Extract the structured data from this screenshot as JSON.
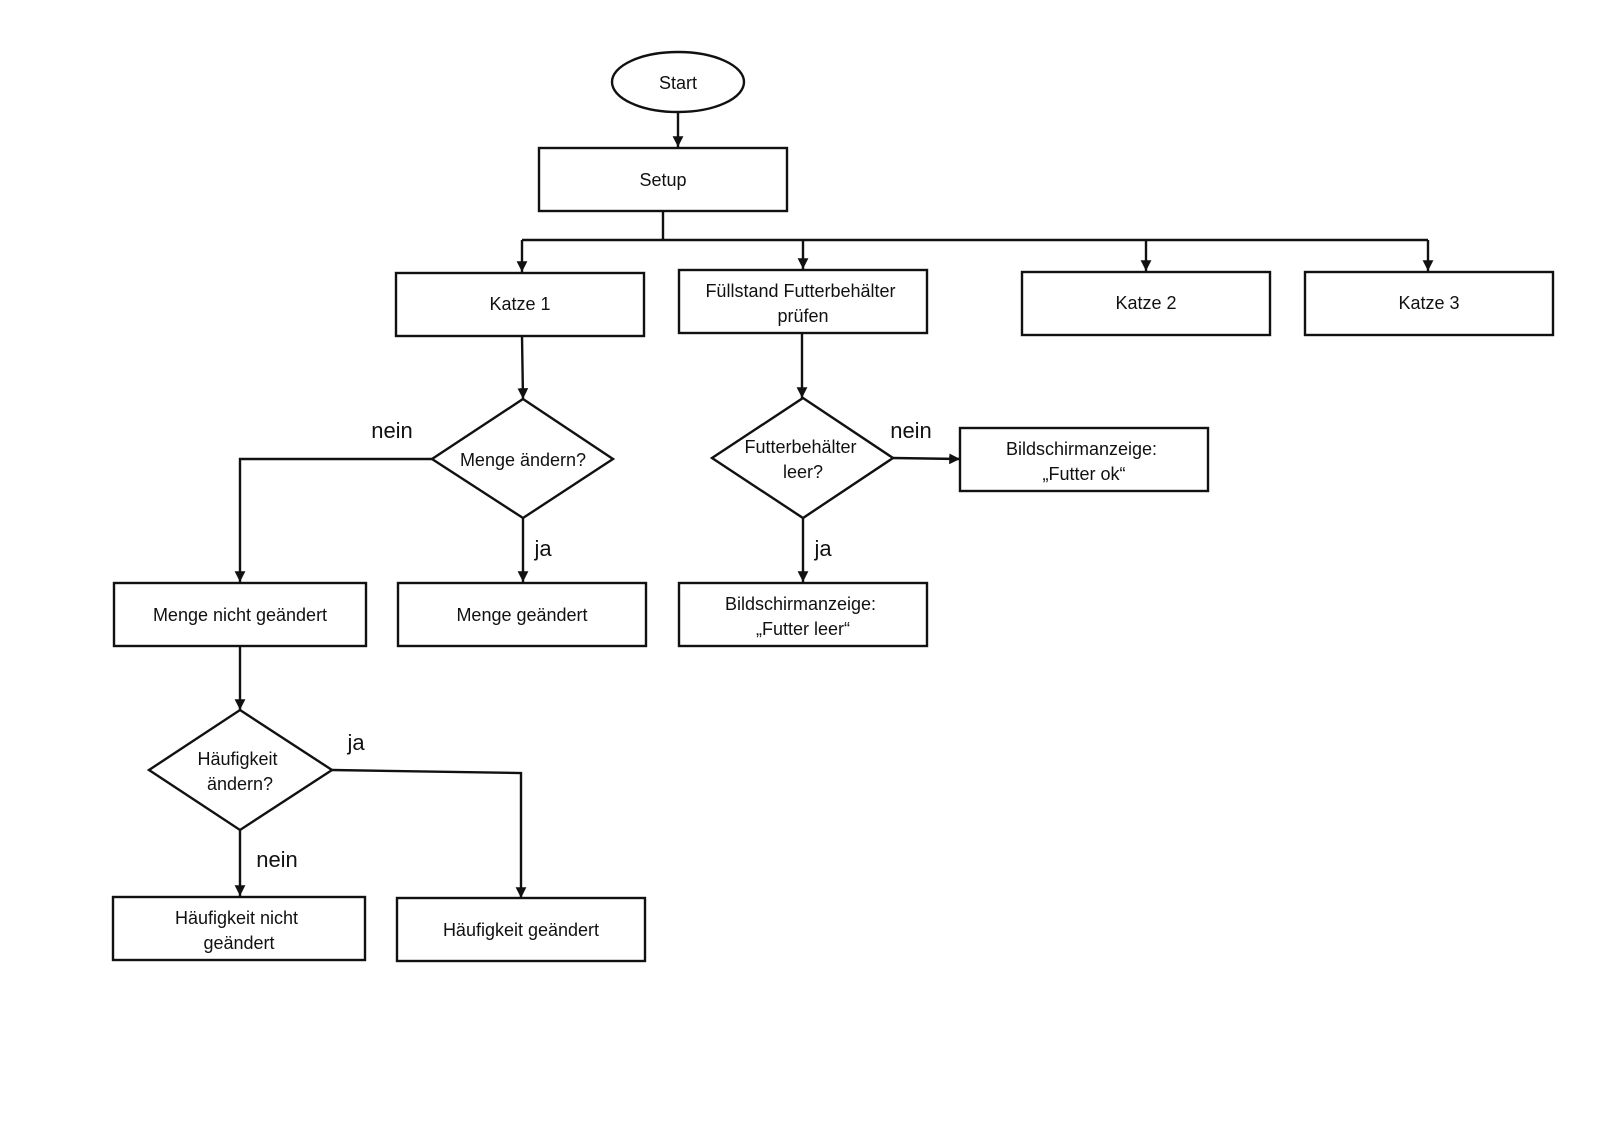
{
  "diagram": {
    "nodes": {
      "start": {
        "lines": [
          "Start"
        ]
      },
      "setup": {
        "lines": [
          "Setup"
        ]
      },
      "katze1": {
        "lines": [
          "Katze 1"
        ]
      },
      "fuellstand": {
        "lines": [
          "Füllstand Futterbehälter",
          "prüfen"
        ]
      },
      "katze2": {
        "lines": [
          "Katze 2"
        ]
      },
      "katze3": {
        "lines": [
          "Katze 3"
        ]
      },
      "menge_aendern": {
        "lines": [
          "Menge ändern?"
        ]
      },
      "futter_leer_q": {
        "lines": [
          "Futterbehälter",
          "leer?"
        ]
      },
      "futter_ok": {
        "lines": [
          "Bildschirmanzeige:",
          "„Futter ok“"
        ]
      },
      "menge_nicht": {
        "lines": [
          "Menge nicht geändert"
        ]
      },
      "menge_geaendert": {
        "lines": [
          "Menge geändert"
        ]
      },
      "futter_leer": {
        "lines": [
          "Bildschirmanzeige:",
          "„Futter leer“"
        ]
      },
      "haeufigkeit_q": {
        "lines": [
          "Häufigkeit",
          "ändern?"
        ]
      },
      "haeufigkeit_nicht": {
        "lines": [
          "Häufigkeit nicht",
          "geändert"
        ]
      },
      "haeufigkeit_geaendert": {
        "lines": [
          "Häufigkeit geändert"
        ]
      }
    },
    "edge_labels": {
      "menge_nein": "nein",
      "menge_ja": "ja",
      "futter_nein": "nein",
      "futter_ja": "ja",
      "haeufigkeit_ja": "ja",
      "haeufigkeit_nein": "nein"
    }
  }
}
